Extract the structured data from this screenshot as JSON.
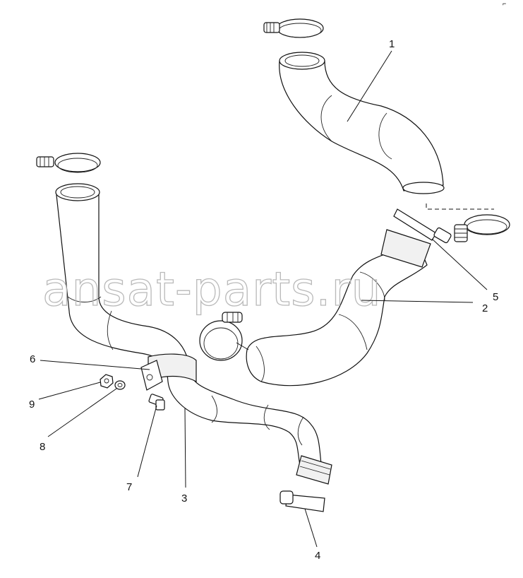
{
  "watermark": "ansat-parts.ru",
  "corner_mark": "⌐",
  "callouts": [
    {
      "id": "c1",
      "label": "1"
    },
    {
      "id": "c2",
      "label": "2"
    },
    {
      "id": "c3",
      "label": "3"
    },
    {
      "id": "c4",
      "label": "4"
    },
    {
      "id": "c5",
      "label": "5"
    },
    {
      "id": "c6",
      "label": "6"
    },
    {
      "id": "c7",
      "label": "7"
    },
    {
      "id": "c8",
      "label": "8"
    },
    {
      "id": "c9",
      "label": "9"
    }
  ]
}
